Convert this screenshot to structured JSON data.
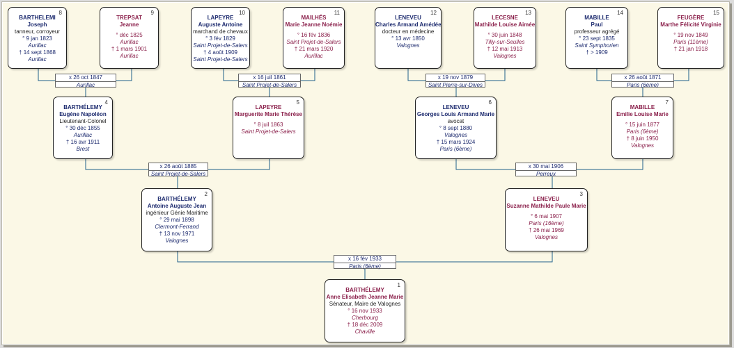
{
  "people": [
    {
      "num": "8",
      "sex": "m",
      "surname": "BARTHELEMI",
      "given": "Joseph",
      "occupation": "tanneur, corroyeur",
      "birth": "° 9 jan 1823",
      "birth_place": "Aurillac",
      "death": "† 14 sept 1868",
      "death_place": "Aurillac"
    },
    {
      "num": "9",
      "sex": "f",
      "surname": "TREPSAT",
      "given": "Jeanne",
      "occupation": "",
      "birth": "° déc 1825",
      "birth_place": "Aurillac",
      "death": "† 1 mars 1901",
      "death_place": "Aurillac"
    },
    {
      "num": "10",
      "sex": "m",
      "surname": "LAPEYRE",
      "given": "Auguste Antoine",
      "occupation": "marchand de chevaux",
      "birth": "° 3 fév 1829",
      "birth_place": "Saint Projet-de-Salers",
      "death": "† 4 août 1909",
      "death_place": "Saint Projet-de-Salers"
    },
    {
      "num": "11",
      "sex": "f",
      "surname": "MAILHÉS",
      "given": "Marie Jeanne Noémie",
      "occupation": "",
      "birth": "° 16 fév 1836",
      "birth_place": "Saint Projet-de-Salers",
      "death": "† 21 mars 1920",
      "death_place": "Aurillac"
    },
    {
      "num": "12",
      "sex": "m",
      "surname": "LENEVEU",
      "given": "Charles Armand Amédée",
      "occupation": "docteur en médecine",
      "birth": "° 13 avr 1850",
      "birth_place": "Valognes",
      "death": "",
      "death_place": ""
    },
    {
      "num": "13",
      "sex": "f",
      "surname": "LECESNE",
      "given": "Mathilde Louise Aimée",
      "occupation": "",
      "birth": "° 30 juin 1848",
      "birth_place": "Tilly-sur-Seulles",
      "death": "† 12 mai 1913",
      "death_place": "Valognes"
    },
    {
      "num": "14",
      "sex": "m",
      "surname": "MABILLE",
      "given": "Paul",
      "occupation": "professeur agrégé",
      "birth": "° 23 sept 1835",
      "birth_place": "Saint Symphorien",
      "death": "† > 1909",
      "death_place": ""
    },
    {
      "num": "15",
      "sex": "f",
      "surname": "FEUGÈRE",
      "given": "Marthe Félicité Virginie",
      "occupation": "",
      "birth": "° 19 nov 1849",
      "birth_place": "Paris (11ème)",
      "death": "† 21 jan 1918",
      "death_place": ""
    },
    {
      "num": "4",
      "sex": "m",
      "surname": "BARTHÉLEMY",
      "given": "Eugène Napoléon",
      "occupation": "Lieutenant-Colonel",
      "birth": "° 30 déc 1855",
      "birth_place": "Aurillac",
      "death": "† 16 avr 1911",
      "death_place": "Brest"
    },
    {
      "num": "5",
      "sex": "f",
      "surname": "LAPEYRE",
      "given": "Marguerite Marie Thérèse",
      "occupation": "",
      "birth": "° 8 juil 1863",
      "birth_place": "Saint Projet-de-Salers",
      "death": "",
      "death_place": ""
    },
    {
      "num": "6",
      "sex": "m",
      "surname": "LENEVEU",
      "given": "Georges Louis Armand Marie",
      "occupation": "avocat",
      "birth": "° 8 sept 1880",
      "birth_place": "Valognes",
      "death": "† 15 mars 1924",
      "death_place": "Paris (6ème)"
    },
    {
      "num": "7",
      "sex": "f",
      "surname": "MABILLE",
      "given": "Emilie Louise Marie",
      "occupation": "",
      "birth": "° 15 juin 1877",
      "birth_place": "Paris (6ème)",
      "death": "† 8 juin 1950",
      "death_place": "Valognes"
    },
    {
      "num": "2",
      "sex": "m",
      "surname": "BARTHÉLEMY",
      "given": "Antoine Auguste Jean",
      "occupation": "ingénieur Génie Maritime",
      "birth": "° 29 mai 1898",
      "birth_place": "Clermont-Ferrand",
      "death": "† 13 nov 1971",
      "death_place": "Valognes"
    },
    {
      "num": "3",
      "sex": "f",
      "surname": "LENEVEU",
      "given": "Suzanne Mathilde Paule Marie",
      "occupation": "",
      "birth": "° 6 mai 1907",
      "birth_place": "Paris (16ème)",
      "death": "† 26 mai 1969",
      "death_place": "Valognes"
    },
    {
      "num": "1",
      "sex": "f",
      "surname": "BARTHÉLEMY",
      "given": "Anne Elisabeth Jeanne Marie",
      "occupation": "Sénateur, Maire de Valognes",
      "birth": "° 16 nov 1933",
      "birth_place": "Cherbourg",
      "death": "† 18 déc 2009",
      "death_place": "Chaville"
    }
  ],
  "marriages": [
    {
      "date": "x 26 oct 1847",
      "place": "Aurillac"
    },
    {
      "date": "x 16 juil 1861",
      "place": "Saint Projet-de-Salers"
    },
    {
      "date": "x 19 nov 1879",
      "place": "Saint Pierre-sur-Dives"
    },
    {
      "date": "x 26 août 1871",
      "place": "Paris (6ème)"
    },
    {
      "date": "x 26 août 1885",
      "place": "Saint Projet-de-Salers"
    },
    {
      "date": "x 30 mai 1906",
      "place": "Perreux"
    },
    {
      "date": "x 16 fév 1933",
      "place": "Paris (6ème)"
    }
  ]
}
